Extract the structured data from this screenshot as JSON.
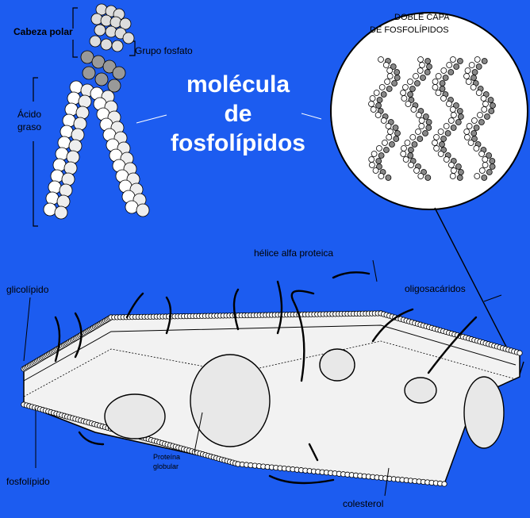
{
  "title": {
    "line1": "molécula",
    "line2": "de",
    "line3": "fosfolípidos"
  },
  "labels": {
    "cabeza_polar": "Cabeza polar",
    "grupo_fosfato": "Grupo fosfato",
    "acido": "Ácido",
    "graso": "graso",
    "doble_capa_1": "DOBLE CAPA",
    "doble_capa_2": "DE FOSFOLÍPIDOS",
    "helice": "hélice alfa proteica",
    "oligosacaridos": "oligosacáridos",
    "glicolipido": "glicolípido",
    "proteina_1": "Proteína",
    "proteina_2": "globular",
    "fosfolipido": "fosfolípido",
    "colesterol": "colesterol"
  },
  "colors": {
    "background": "#1c5cf0",
    "membrane": "#ffffff",
    "ink": "#000000"
  }
}
